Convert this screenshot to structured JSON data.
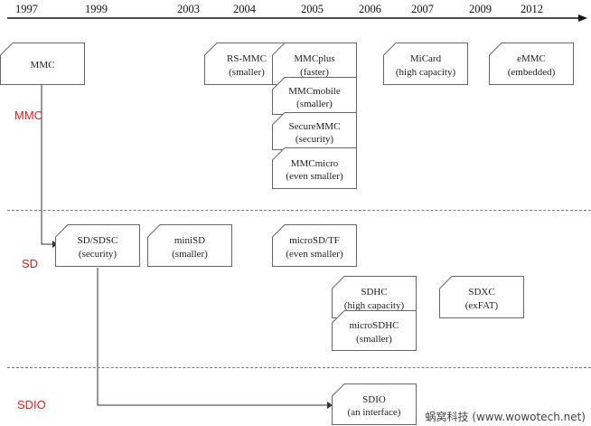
{
  "timeline": {
    "years": [
      "1997",
      "1999",
      "2003",
      "2004",
      "2005",
      "2006",
      "2007",
      "2009",
      "2012"
    ]
  },
  "groups": {
    "mmc": "MMC",
    "sd": "SD",
    "sdio": "SDIO"
  },
  "cards": {
    "mmc": {
      "name": "MMC",
      "note": ""
    },
    "rs_mmc": {
      "name": "RS-MMC",
      "note": "(smaller)"
    },
    "mmcplus": {
      "name": "MMCplus",
      "note": "(faster)"
    },
    "mmcmobile": {
      "name": "MMCmobile",
      "note": "(smaller)"
    },
    "securemmc": {
      "name": "SecureMMC",
      "note": "(security)"
    },
    "mmcmicro": {
      "name": "MMCmicro",
      "note": "(even smaller)"
    },
    "micard": {
      "name": "MiCard",
      "note": "(high capacity)"
    },
    "emmc": {
      "name": "eMMC",
      "note": "(embedded)"
    },
    "sd_sdsc": {
      "name": "SD/SDSC",
      "note": "(security)"
    },
    "minisd": {
      "name": "miniSD",
      "note": "(smaller)"
    },
    "microsd_tf": {
      "name": "microSD/TF",
      "note": "(even smaller)"
    },
    "sdhc": {
      "name": "SDHC",
      "note": "(high capacity)"
    },
    "microsdhc": {
      "name": "microSDHC",
      "note": "(smaller)"
    },
    "sdxc": {
      "name": "SDXC",
      "note": "(exFAT)"
    },
    "sdio": {
      "name": "SDIO",
      "note": "(an interface)"
    }
  },
  "watermark": "蜗窝科技 (www.wowotech.net)",
  "colors": {
    "group_label": "#e02020",
    "card_border": "#666666",
    "axis": "#111111"
  }
}
